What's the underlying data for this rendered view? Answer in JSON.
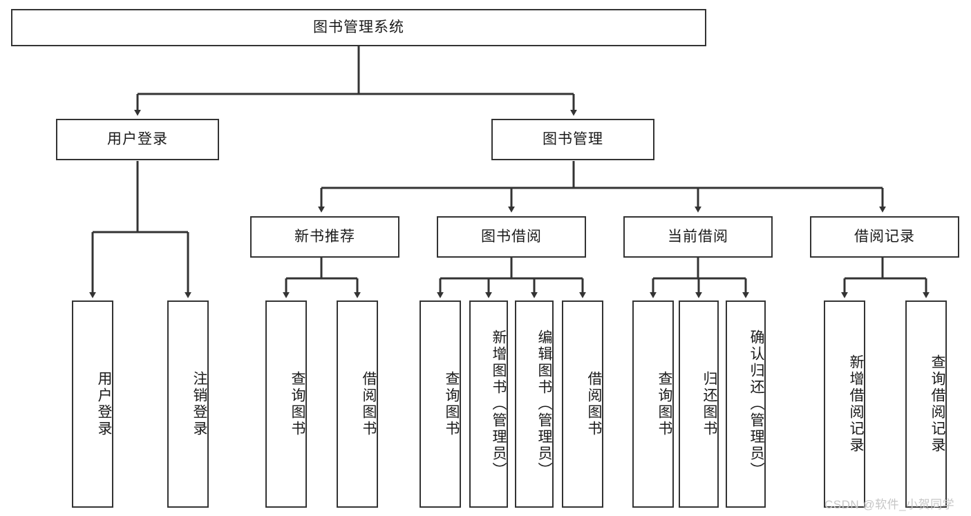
{
  "diagram": {
    "title": "图书管理系统",
    "type": "tree-hierarchy",
    "root": {
      "label": "图书管理系统"
    },
    "level2": [
      {
        "label": "用户登录"
      },
      {
        "label": "图书管理"
      }
    ],
    "level3": [
      {
        "label": "新书推荐"
      },
      {
        "label": "图书借阅"
      },
      {
        "label": "当前借阅"
      },
      {
        "label": "借阅记录"
      }
    ],
    "leaves": {
      "user_login": [
        {
          "label": "用户登录"
        },
        {
          "label": "注销登录"
        }
      ],
      "new_book_recommend": [
        {
          "label": "查询图书"
        },
        {
          "label": "借阅图书"
        }
      ],
      "book_borrow": [
        {
          "label": "查询图书"
        },
        {
          "label": "新增图书（管理员）"
        },
        {
          "label": "编辑图书（管理员）"
        },
        {
          "label": "借阅图书"
        }
      ],
      "current_borrow": [
        {
          "label": "查询图书"
        },
        {
          "label": "归还图书"
        },
        {
          "label": "确认归还（管理员）"
        }
      ],
      "borrow_record": [
        {
          "label": "新增借阅记录"
        },
        {
          "label": "查询借阅记录"
        }
      ]
    }
  },
  "watermark": {
    "text": "CSDN @软件_小贺同学"
  },
  "colors": {
    "border": "#333333",
    "background": "#ffffff",
    "text": "#1a1a1a",
    "watermark": "#c6c6c6"
  }
}
